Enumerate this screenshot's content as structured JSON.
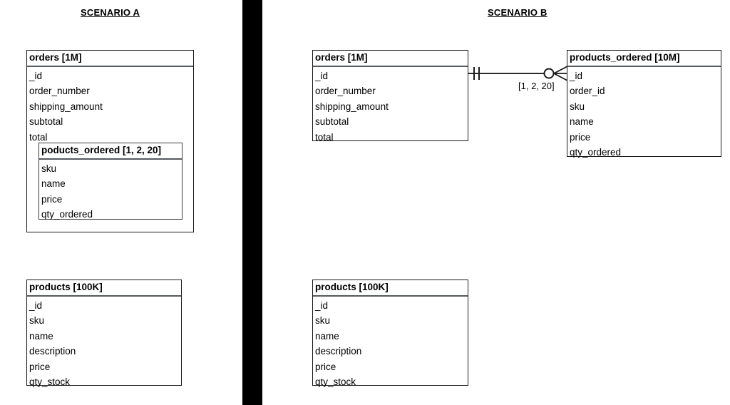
{
  "scenario_a": {
    "title": "SCENARIO A",
    "entities": [
      {
        "name": "orders-embedded",
        "header": "orders [1M]",
        "fields": [
          "_id",
          "order_number",
          "shipping_amount",
          "subtotal",
          "total"
        ],
        "nested": {
          "name": "poducts-ordered-nested",
          "header": "poducts_ordered [1, 2, 20]",
          "fields": [
            "sku",
            "name",
            "price",
            "qty_ordered"
          ]
        }
      },
      {
        "name": "products",
        "header": "products [100K]",
        "fields": [
          "_id",
          "sku",
          "name",
          "description",
          "price",
          "qty_stock"
        ]
      }
    ]
  },
  "scenario_b": {
    "title": "SCENARIO B",
    "entities": [
      {
        "name": "orders",
        "header": "orders [1M]",
        "fields": [
          "_id",
          "order_number",
          "shipping_amount",
          "subtotal",
          "total"
        ]
      },
      {
        "name": "products-ordered",
        "header": "products_ordered [10M]",
        "fields": [
          "_id",
          "order_id",
          "sku",
          "name",
          "price",
          "qty_ordered"
        ]
      },
      {
        "name": "products",
        "header": "products [100K]",
        "fields": [
          "_id",
          "sku",
          "name",
          "description",
          "price",
          "qty_stock"
        ]
      }
    ],
    "relationship": {
      "from": "orders",
      "to": "products_ordered",
      "from_cardinality": "one-and-only-one",
      "to_cardinality": "zero-or-many",
      "label": "[1, 2, 20]"
    }
  },
  "colors": {
    "line": "#1a1a1a",
    "header_rule": "#555a5e",
    "divider": "#000000",
    "background": "#ffffff",
    "text": "#000000"
  }
}
